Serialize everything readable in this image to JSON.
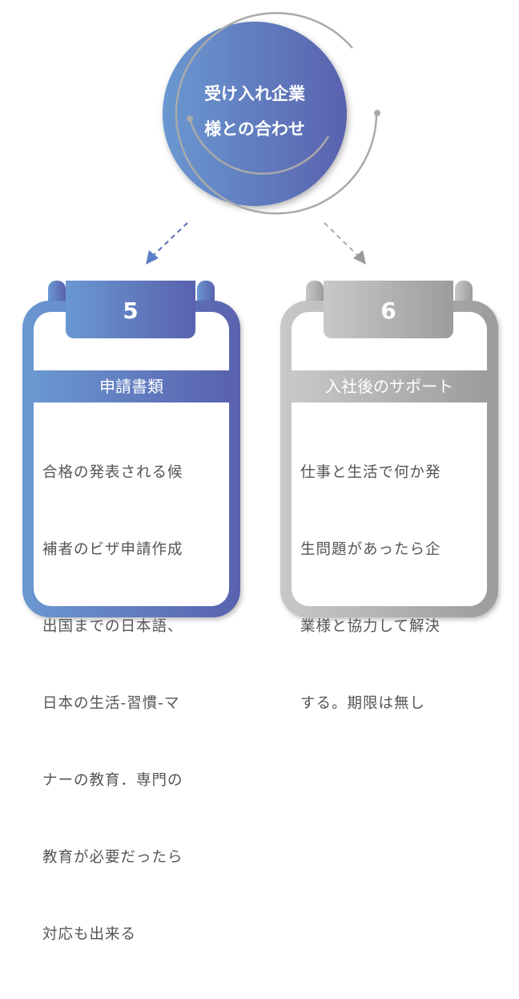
{
  "center": {
    "line1": "受け入れ企業",
    "line2": "様との合わせ"
  },
  "cards": [
    {
      "number": "5",
      "title": "申請書類",
      "lines": [
        "合格の発表される候",
        "補者のビザ申請作成",
        "出国までの日本語、",
        "日本の生活-習慣-マ",
        "ナーの教育．専門の",
        "教育が必要だったら",
        "対応も出来る"
      ]
    },
    {
      "number": "6",
      "title": "入社後のサポート",
      "lines": [
        "仕事と生活で何か発",
        "生問題があったら企",
        "業様と協力して解決",
        "する。期限は無し"
      ]
    }
  ],
  "colors": {
    "blue_start": "#6a98d1",
    "blue_end": "#5962ae",
    "gray_start": "#c8c8c8",
    "gray_end": "#9c9c9c"
  }
}
